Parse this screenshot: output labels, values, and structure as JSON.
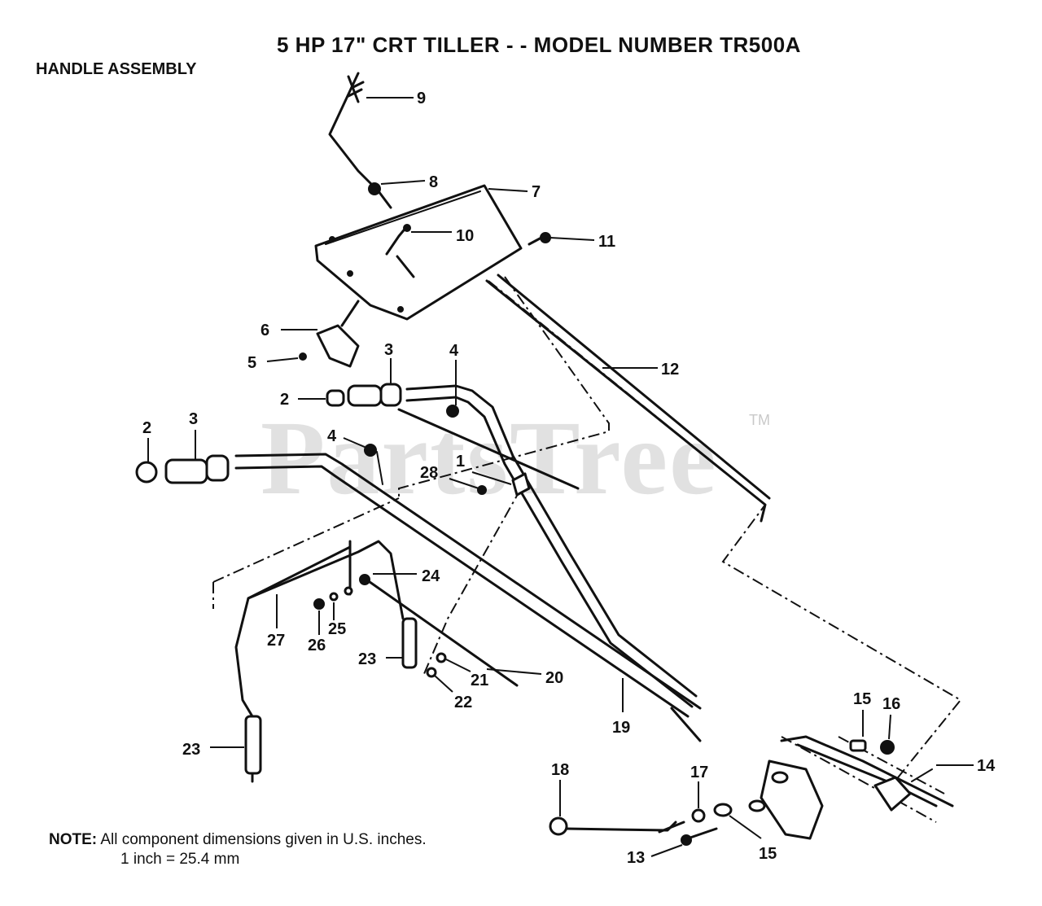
{
  "title": "5 HP  17\" CRT TILLER - - MODEL NUMBER TR500A",
  "section": "HANDLE ASSEMBLY",
  "note": {
    "label": "NOTE:",
    "line1": "All component dimensions given in U.S. inches.",
    "line2": "1 inch = 25.4 mm"
  },
  "watermark": {
    "text": "PartsTree",
    "trademark": "TM"
  },
  "callouts": [
    "9",
    "8",
    "7",
    "10",
    "11",
    "6",
    "5",
    "3",
    "4",
    "12",
    "2",
    "2",
    "3",
    "4",
    "1",
    "28",
    "24",
    "25",
    "26",
    "27",
    "23",
    "21",
    "20",
    "22",
    "19",
    "23",
    "15",
    "16",
    "14",
    "18",
    "17",
    "13",
    "15"
  ]
}
